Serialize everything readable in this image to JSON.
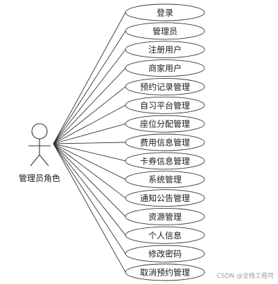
{
  "actor": {
    "label": "管理员角色"
  },
  "use_cases": [
    "登录",
    "管理员",
    "注册用户",
    "商家用户",
    "预约记录管理",
    "自习平台管理",
    "座位分配管理",
    "费用信息管理",
    "卡券信息管理",
    "系统管理",
    "通知公告管理",
    "资源管理",
    "个人信息",
    "修改密码",
    "取消预约管理"
  ],
  "watermark": "CSDN @全栈工程司"
}
